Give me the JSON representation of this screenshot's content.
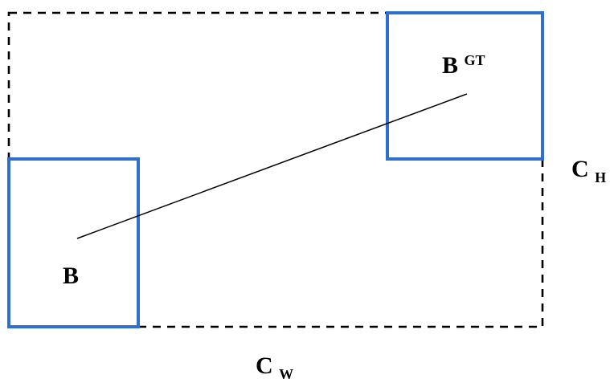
{
  "box_b": {
    "label": "B"
  },
  "box_gt": {
    "label": "B",
    "superscript": "GT"
  },
  "enclosing_width": {
    "label": "C",
    "subscript": "W"
  },
  "enclosing_height": {
    "label": "C",
    "subscript": "H"
  },
  "colors": {
    "box_stroke": "#2f6fd0",
    "enclosing_stroke": "#000000",
    "connector": "#000000"
  }
}
